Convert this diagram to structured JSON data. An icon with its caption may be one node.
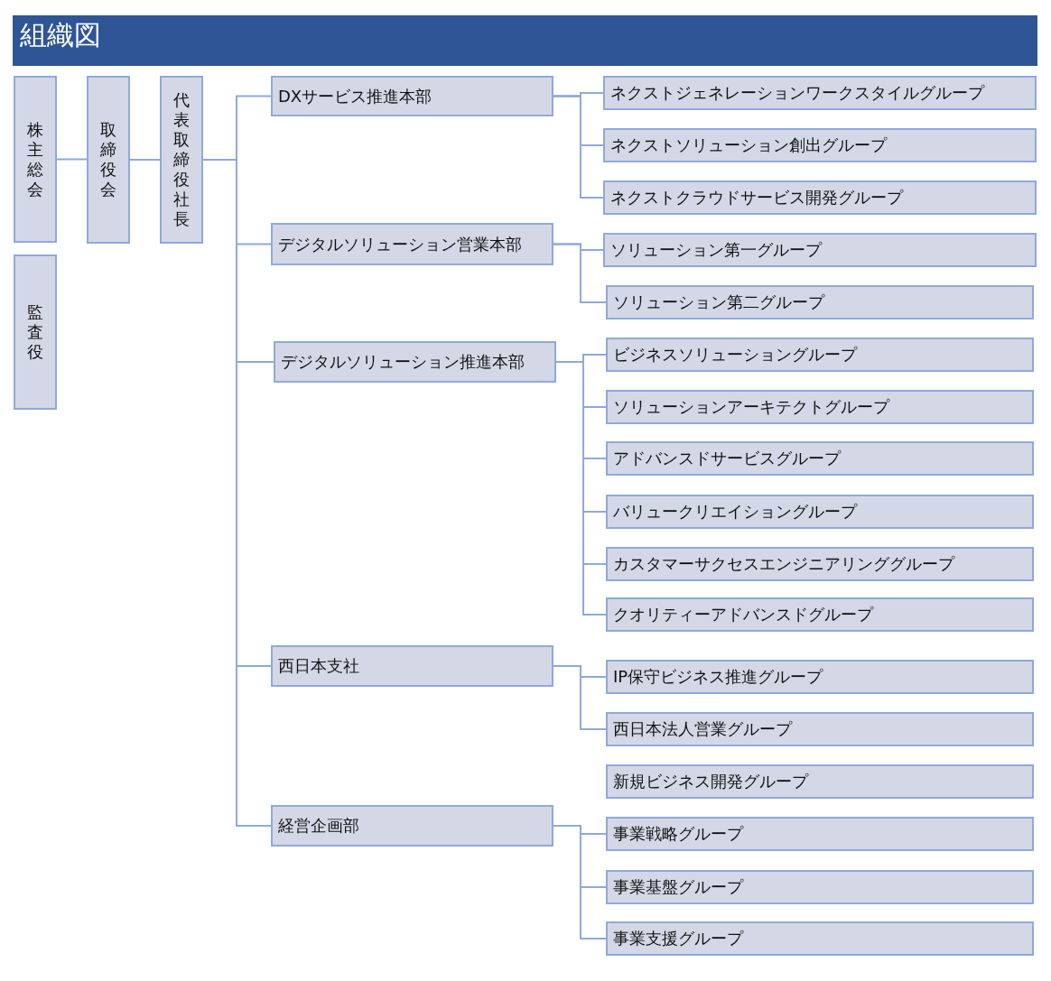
{
  "diagram": {
    "title": "組織図",
    "nodes": [
      {
        "text": [
          "株主総会"
        ]
      },
      {
        "text": [
          "取締役会"
        ]
      },
      {
        "text": [
          "代表取締役社長"
        ]
      },
      {
        "text": [
          "監査役"
        ]
      },
      {
        "text": [
          "DXサービス推進本部"
        ]
      },
      {
        "text": [
          "ネクストジェネレーションワークスタイルグループ"
        ]
      },
      {
        "text": [
          "ネクストソリューション創出グループ"
        ]
      },
      {
        "text": [
          "ネクストクラウドサービス開発グループ"
        ]
      },
      {
        "text": [
          "デジタルソリューション営業本部"
        ]
      },
      {
        "text": [
          "ソリューション第一グループ"
        ]
      },
      {
        "text": [
          "ソリューション第二グループ"
        ]
      },
      {
        "text": [
          "デジタルソリューション推進本部"
        ]
      },
      {
        "text": [
          "ビジネスソリューショングループ"
        ]
      },
      {
        "text": [
          "ソリューションアーキテクトグループ"
        ]
      },
      {
        "text": [
          "アドバンスドサービスグループ"
        ]
      },
      {
        "text": [
          "バリュークリエイショングループ"
        ]
      },
      {
        "text": [
          "カスタマーサクセスエンジニアリンググループ"
        ]
      },
      {
        "text": [
          "クオリティーアドバンスドグループ"
        ]
      },
      {
        "text": [
          "西日本支社"
        ]
      },
      {
        "text": [
          "IP保守ビジネス推進グループ"
        ]
      },
      {
        "text": [
          "西日本法人営業グループ"
        ]
      },
      {
        "text": [
          "新規ビジネス開発グループ"
        ]
      },
      {
        "text": [
          "経営企画部"
        ]
      },
      {
        "text": [
          "事業戦略グループ"
        ]
      },
      {
        "text": [
          "事業基盤グループ"
        ]
      },
      {
        "text": [
          "事業支援グループ"
        ]
      }
    ],
    "edges": [
      {
        "from": 0,
        "to": 1,
        "arrow": "none"
      },
      {
        "from": 1,
        "to": 2,
        "arrow": "none"
      },
      {
        "from": 2,
        "to": 4,
        "arrow": "none"
      },
      {
        "from": 2,
        "to": 8,
        "arrow": "none"
      },
      {
        "from": 2,
        "to": 11,
        "arrow": "none"
      },
      {
        "from": 2,
        "to": 18,
        "arrow": "none"
      },
      {
        "from": 2,
        "to": 22,
        "arrow": "none"
      },
      {
        "from": 4,
        "to": 5,
        "arrow": "none"
      },
      {
        "from": 4,
        "to": 6,
        "arrow": "none"
      },
      {
        "from": 4,
        "to": 7,
        "arrow": "none"
      },
      {
        "from": 8,
        "to": 9,
        "arrow": "none"
      },
      {
        "from": 8,
        "to": 10,
        "arrow": "none"
      },
      {
        "from": 11,
        "to": 12,
        "arrow": "none"
      },
      {
        "from": 11,
        "to": 13,
        "arrow": "none"
      },
      {
        "from": 11,
        "to": 14,
        "arrow": "none"
      },
      {
        "from": 11,
        "to": 15,
        "arrow": "none"
      },
      {
        "from": 11,
        "to": 16,
        "arrow": "none"
      },
      {
        "from": 11,
        "to": 17,
        "arrow": "none"
      },
      {
        "from": 18,
        "to": 19,
        "arrow": "none"
      },
      {
        "from": 18,
        "to": 20,
        "arrow": "none"
      },
      {
        "from": 22,
        "to": 23,
        "arrow": "none"
      },
      {
        "from": 22,
        "to": 24,
        "arrow": "none"
      },
      {
        "from": 22,
        "to": 25,
        "arrow": "none"
      }
    ]
  }
}
